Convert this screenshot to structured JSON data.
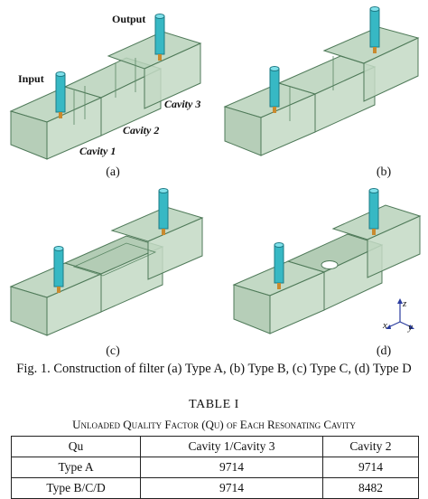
{
  "figure": {
    "panels": [
      {
        "id": "a",
        "label": "(a)"
      },
      {
        "id": "b",
        "label": "(b)"
      },
      {
        "id": "c",
        "label": "(c)"
      },
      {
        "id": "d",
        "label": "(d)"
      }
    ],
    "annotations": {
      "output": "Output",
      "input": "Input",
      "cavity1": "Cavity 1",
      "cavity2": "Cavity 2",
      "cavity3": "Cavity 3"
    },
    "axes": {
      "z": "z",
      "x": "x",
      "y": "y"
    },
    "caption": "Fig. 1. Construction of filter (a) Type A, (b) Type B, (c) Type C, (d) Type D"
  },
  "table": {
    "title": "TABLE I",
    "caption": "Unloaded Quality Factor (Qu) of Each Resonating Cavity",
    "header": [
      "Qu",
      "Cavity 1/Cavity 3",
      "Cavity 2"
    ],
    "rows": [
      [
        "Type A",
        "9714",
        "9714"
      ],
      [
        "Type B/C/D",
        "9714",
        "8482"
      ]
    ]
  }
}
